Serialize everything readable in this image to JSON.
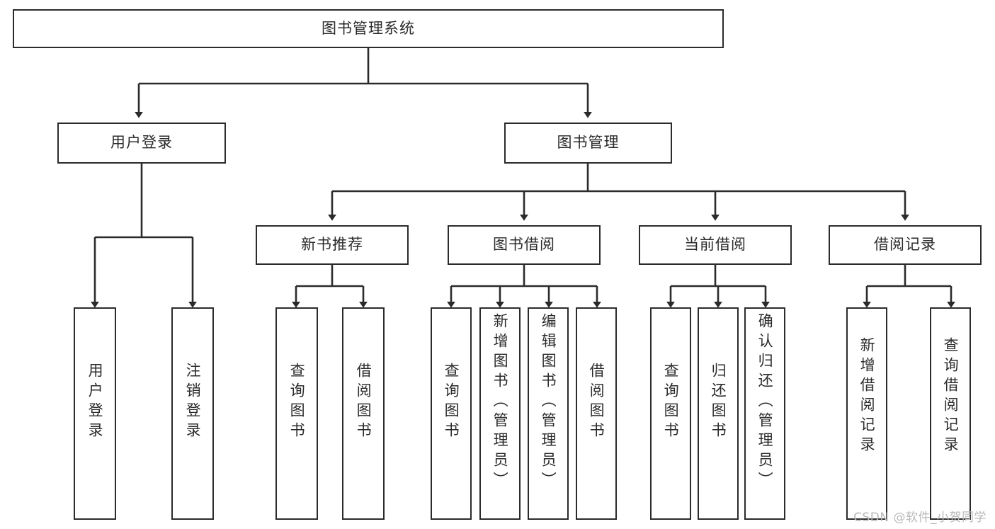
{
  "diagram": {
    "title": "图书管理系统",
    "type": "function-structure-tree",
    "root": {
      "label": "图书管理系统"
    },
    "level1": [
      {
        "label": "用户登录"
      },
      {
        "label": "图书管理"
      }
    ],
    "level2": [
      {
        "label": "新书推荐",
        "parent": "图书管理"
      },
      {
        "label": "图书借阅",
        "parent": "图书管理"
      },
      {
        "label": "当前借阅",
        "parent": "图书管理"
      },
      {
        "label": "借阅记录",
        "parent": "图书管理"
      }
    ],
    "leaves": [
      {
        "label": "用户登录",
        "parent": "用户登录"
      },
      {
        "label": "注销登录",
        "parent": "用户登录"
      },
      {
        "label": "查询图书",
        "parent": "新书推荐"
      },
      {
        "label": "借阅图书",
        "parent": "新书推荐"
      },
      {
        "label": "查询图书",
        "parent": "图书借阅"
      },
      {
        "label": "新增图书（管理员）",
        "parent": "图书借阅"
      },
      {
        "label": "编辑图书（管理员）",
        "parent": "图书借阅"
      },
      {
        "label": "借阅图书",
        "parent": "图书借阅"
      },
      {
        "label": "查询图书",
        "parent": "当前借阅"
      },
      {
        "label": "归还图书",
        "parent": "当前借阅"
      },
      {
        "label": "确认归还（管理员）",
        "parent": "当前借阅"
      },
      {
        "label": "新增借阅记录",
        "parent": "借阅记录"
      },
      {
        "label": "查询借阅记录",
        "parent": "借阅记录"
      }
    ]
  },
  "watermark": {
    "text": "CSDN @软件_小贺同学"
  },
  "colors": {
    "stroke": "#2b2b2b",
    "fill": "#ffffff",
    "text": "#2b2b2b",
    "watermark": "#b8b8b8"
  }
}
